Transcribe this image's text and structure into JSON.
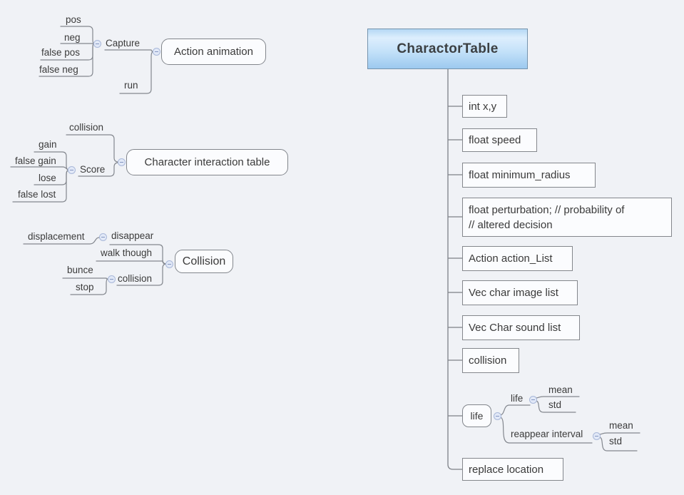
{
  "app": {
    "kind": "mind-map-canvas"
  },
  "palette": {
    "background": "#f0f2f6",
    "edge": "#83878e",
    "node_border": "#84878c",
    "node_background": "#fbfcfe",
    "root_border": "#7593ad",
    "root_gradient_top": "#b5d8f4",
    "root_gradient_light": "#ddeefd",
    "root_gradient_bottom": "#9cc9ef",
    "toggle_fill": "#e1e8f7",
    "toggle_border": "#a9b8d9",
    "text": "#3b3b3b"
  },
  "branches": {
    "action_animation": {
      "root": "Action animation",
      "capture": "Capture",
      "pos": "pos",
      "neg": "neg",
      "false_pos": "false pos",
      "false_neg": "false neg",
      "run": "run"
    },
    "character_interaction": {
      "root": "Character interaction table",
      "collision": "collision",
      "score": "Score",
      "gain": "gain",
      "false_gain": "false gain",
      "lose": "lose",
      "false_lost": "false lost"
    },
    "collision": {
      "root": "Collision",
      "disappear": "disappear",
      "displacement": "displacement",
      "walk_though": "walk though",
      "collision_sub": "collision",
      "bunce": "bunce",
      "stop": "stop"
    },
    "charactor_table": {
      "root": "CharactorTable",
      "attributes": {
        "int_xy": "int x,y",
        "float_speed": "float speed",
        "float_minimum_radius": "float minimum_radius",
        "float_perturbation": "float perturbation; // probability of\n// altered decision",
        "action_list": "Action action_List",
        "image_list": "Vec char image list",
        "sound_list": "Vec Char sound list",
        "collision": "collision",
        "life": "life",
        "replace_location": "replace location"
      },
      "life_detail": {
        "life": "life",
        "mean": "mean",
        "std": "std",
        "reappear_interval": "reappear interval",
        "mean2": "mean",
        "std2": "std"
      }
    }
  }
}
